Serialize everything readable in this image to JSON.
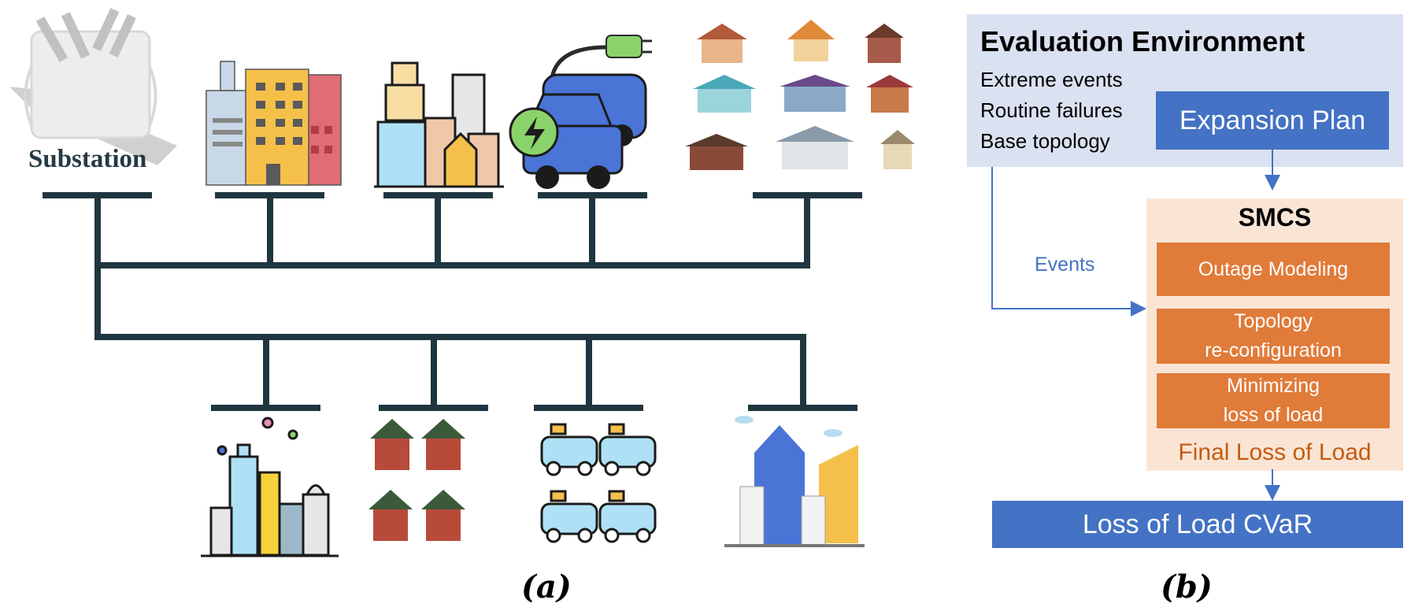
{
  "panel_a": {
    "label": "(a)",
    "substation_label": "Substation",
    "icons": [
      "transformer-icon",
      "office-buildings-icon",
      "city-buildings-icon",
      "ev-charging-icon",
      "houses-grid-icon",
      "smart-city-icon",
      "red-houses-icon",
      "electric-cars-icon",
      "skyscrapers-icon"
    ]
  },
  "panel_b": {
    "label": "(b)",
    "env_title": "Evaluation Environment",
    "env_items": [
      "Extreme events",
      "Routine failures",
      "Base topology"
    ],
    "expansion_plan": "Expansion Plan",
    "events_label": "Events",
    "smcs_title": "SMCS",
    "steps": [
      "Outage Modeling",
      "Topology\nre-configuration",
      "Minimizing\nloss of load"
    ],
    "final_loss": "Final Loss of Load",
    "cvar": "Loss of Load CVaR"
  },
  "colors": {
    "bus_line": "#1f3640",
    "env_bg": "#dae1f0",
    "blue_box": "#4472c4",
    "smcs_bg": "#fae5d5",
    "orange_box": "#e07b39",
    "final_text": "#c55a11",
    "arrow": "#4472c4"
  }
}
